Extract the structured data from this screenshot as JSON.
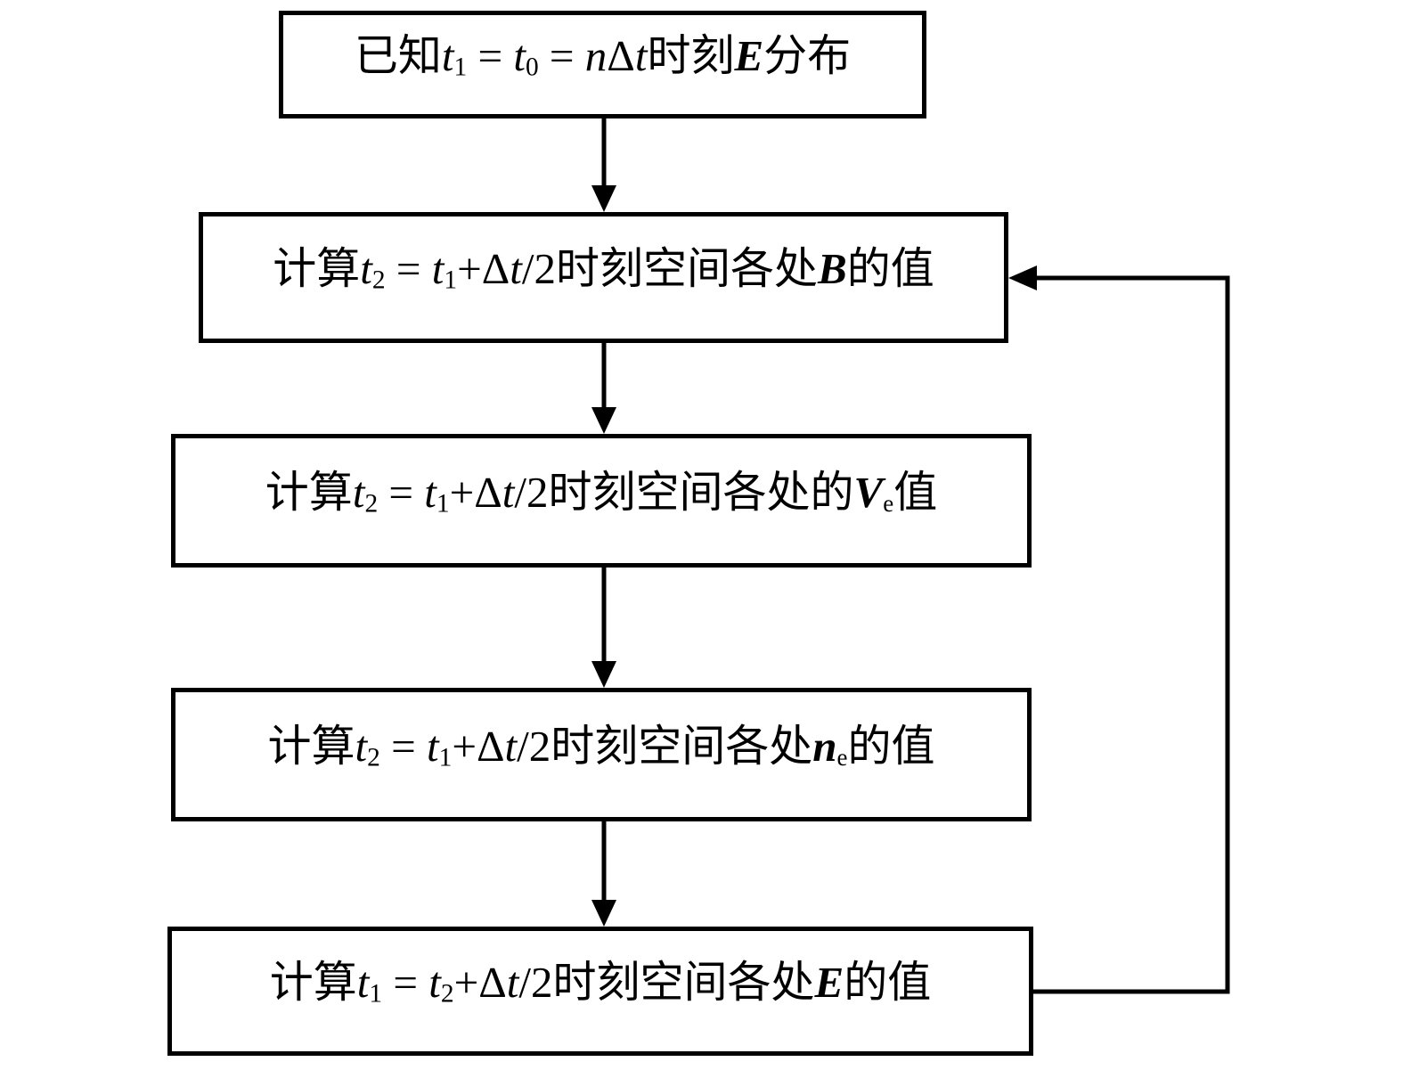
{
  "page": {
    "background": "#ffffff"
  },
  "colors": {
    "line": "#000000",
    "text": "#000000",
    "box_border": "#000000",
    "box_fill": "#ffffff"
  },
  "diagram": {
    "boxes": [
      {
        "name": "initial-condition",
        "text": "已知t1 = t0 = nΔt时刻E分布",
        "segments": [
          {
            "t": "已知",
            "s": "cn"
          },
          {
            "t": "t",
            "s": "it"
          },
          {
            "t": "1",
            "s": "sub"
          },
          {
            "t": " = ",
            "s": "rm"
          },
          {
            "t": "t",
            "s": "it"
          },
          {
            "t": "0",
            "s": "sub"
          },
          {
            "t": " = ",
            "s": "rm"
          },
          {
            "t": "n",
            "s": "it"
          },
          {
            "t": "Δ",
            "s": "rm"
          },
          {
            "t": "t",
            "s": "it"
          },
          {
            "t": "时刻",
            "s": "cn"
          },
          {
            "t": "E",
            "s": "bi"
          },
          {
            "t": "分布",
            "s": "cn"
          }
        ]
      },
      {
        "name": "compute-B",
        "text": "计算t2 = t1+Δt/2时刻空间各处B的值",
        "segments": [
          {
            "t": "计算",
            "s": "cn"
          },
          {
            "t": "t",
            "s": "it"
          },
          {
            "t": "2",
            "s": "sub"
          },
          {
            "t": " = ",
            "s": "rm"
          },
          {
            "t": "t",
            "s": "it"
          },
          {
            "t": "1",
            "s": "sub"
          },
          {
            "t": "+",
            "s": "rm"
          },
          {
            "t": "Δ",
            "s": "rm"
          },
          {
            "t": "t",
            "s": "it"
          },
          {
            "t": "/2",
            "s": "rm"
          },
          {
            "t": "时刻空间各处",
            "s": "cn"
          },
          {
            "t": "B",
            "s": "bi"
          },
          {
            "t": "的值",
            "s": "cn"
          }
        ]
      },
      {
        "name": "compute-Ve",
        "text": "计算t2 = t1+Δt/2时刻空间各处的Ve值",
        "segments": [
          {
            "t": "计算",
            "s": "cn"
          },
          {
            "t": "t",
            "s": "it"
          },
          {
            "t": "2",
            "s": "sub"
          },
          {
            "t": " = ",
            "s": "rm"
          },
          {
            "t": "t",
            "s": "it"
          },
          {
            "t": "1",
            "s": "sub"
          },
          {
            "t": "+",
            "s": "rm"
          },
          {
            "t": "Δ",
            "s": "rm"
          },
          {
            "t": "t",
            "s": "it"
          },
          {
            "t": "/2",
            "s": "rm"
          },
          {
            "t": "时刻空间各处的",
            "s": "cn"
          },
          {
            "t": "V",
            "s": "bi"
          },
          {
            "t": "e",
            "s": "sub"
          },
          {
            "t": "值",
            "s": "cn"
          }
        ]
      },
      {
        "name": "compute-ne",
        "text": "计算t2 = t1+Δt/2时刻空间各处ne的值",
        "segments": [
          {
            "t": "计算",
            "s": "cn"
          },
          {
            "t": "t",
            "s": "it"
          },
          {
            "t": "2",
            "s": "sub"
          },
          {
            "t": " = ",
            "s": "rm"
          },
          {
            "t": "t",
            "s": "it"
          },
          {
            "t": "1",
            "s": "sub"
          },
          {
            "t": "+",
            "s": "rm"
          },
          {
            "t": "Δ",
            "s": "rm"
          },
          {
            "t": "t",
            "s": "it"
          },
          {
            "t": "/2",
            "s": "rm"
          },
          {
            "t": "时刻空间各处",
            "s": "cn"
          },
          {
            "t": "n",
            "s": "bi"
          },
          {
            "t": "e",
            "s": "sub"
          },
          {
            "t": "的值",
            "s": "cn"
          }
        ]
      },
      {
        "name": "compute-E",
        "text": "计算t1 = t2+Δt/2时刻空间各处E的值",
        "segments": [
          {
            "t": "计算",
            "s": "cn"
          },
          {
            "t": "t",
            "s": "it"
          },
          {
            "t": "1",
            "s": "sub"
          },
          {
            "t": " = ",
            "s": "rm"
          },
          {
            "t": "t",
            "s": "it"
          },
          {
            "t": "2",
            "s": "sub"
          },
          {
            "t": "+",
            "s": "rm"
          },
          {
            "t": "Δ",
            "s": "rm"
          },
          {
            "t": "t",
            "s": "it"
          },
          {
            "t": "/2",
            "s": "rm"
          },
          {
            "t": "时刻空间各处",
            "s": "cn"
          },
          {
            "t": "E",
            "s": "bi"
          },
          {
            "t": "的值",
            "s": "cn"
          }
        ]
      }
    ],
    "connectors": [
      {
        "from": "initial-condition",
        "to": "compute-B",
        "type": "arrow-down"
      },
      {
        "from": "compute-B",
        "to": "compute-Ve",
        "type": "arrow-down"
      },
      {
        "from": "compute-Ve",
        "to": "compute-ne",
        "type": "arrow-down"
      },
      {
        "from": "compute-ne",
        "to": "compute-E",
        "type": "arrow-down"
      },
      {
        "from": "compute-E",
        "to": "compute-B",
        "type": "feedback-loop-right"
      }
    ]
  }
}
